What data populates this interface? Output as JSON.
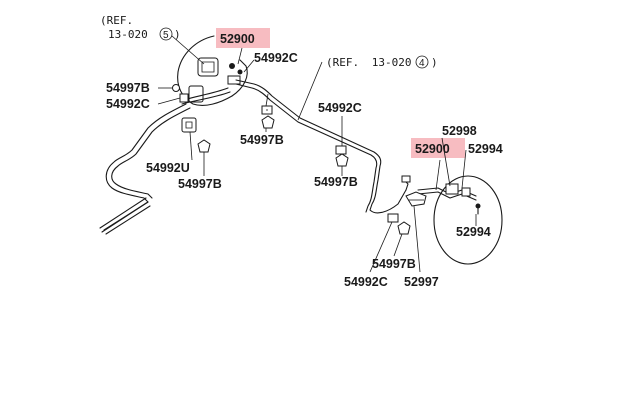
{
  "highlight_color": "#f7bcc1",
  "references": {
    "ref_top_left": {
      "prefix": "(REF.",
      "code": "13-020",
      "circled": "5",
      "close": ")"
    },
    "ref_top_right": {
      "prefix": "(REF.",
      "code": "13-020",
      "circled": "4",
      "close": ")"
    }
  },
  "callouts": {
    "c_52900_top": "52900",
    "c_54992c_top": "54992C",
    "c_54997b_left": "54997B",
    "c_54992c_left": "54992C",
    "c_54992u": "54992U",
    "c_54997b_bracket": "54997B",
    "c_54997b_center": "54997B",
    "c_54992c_mid": "54992C",
    "c_54997b_mid": "54997B",
    "c_52998": "52998",
    "c_52900_right": "52900",
    "c_52994_right": "52994",
    "c_52994_lower": "52994",
    "c_54997b_bottom": "54997B",
    "c_54992c_bottom": "54992C",
    "c_52997": "52997"
  }
}
